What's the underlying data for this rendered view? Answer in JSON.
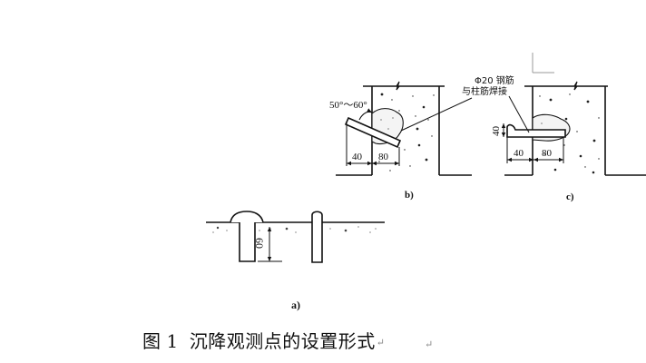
{
  "figure": {
    "caption_prefix": "图",
    "caption_number": "1",
    "caption_text": "沉降观测点的设置形式",
    "paragraph_mark": "↵",
    "trailing_paragraph_mark": "↵"
  },
  "panels": {
    "a": {
      "label": "a)",
      "dimension_depth": "60"
    },
    "b": {
      "label": "b)",
      "angle_annotation": "50°～60°",
      "dimension_outer": "40",
      "dimension_inner": "80"
    },
    "c": {
      "label": "c)",
      "callout_line1": "Φ20 钢筋",
      "callout_line2": "与柱筋焊接",
      "dimension_height": "40",
      "dimension_outer": "40",
      "dimension_inner": "80"
    }
  }
}
